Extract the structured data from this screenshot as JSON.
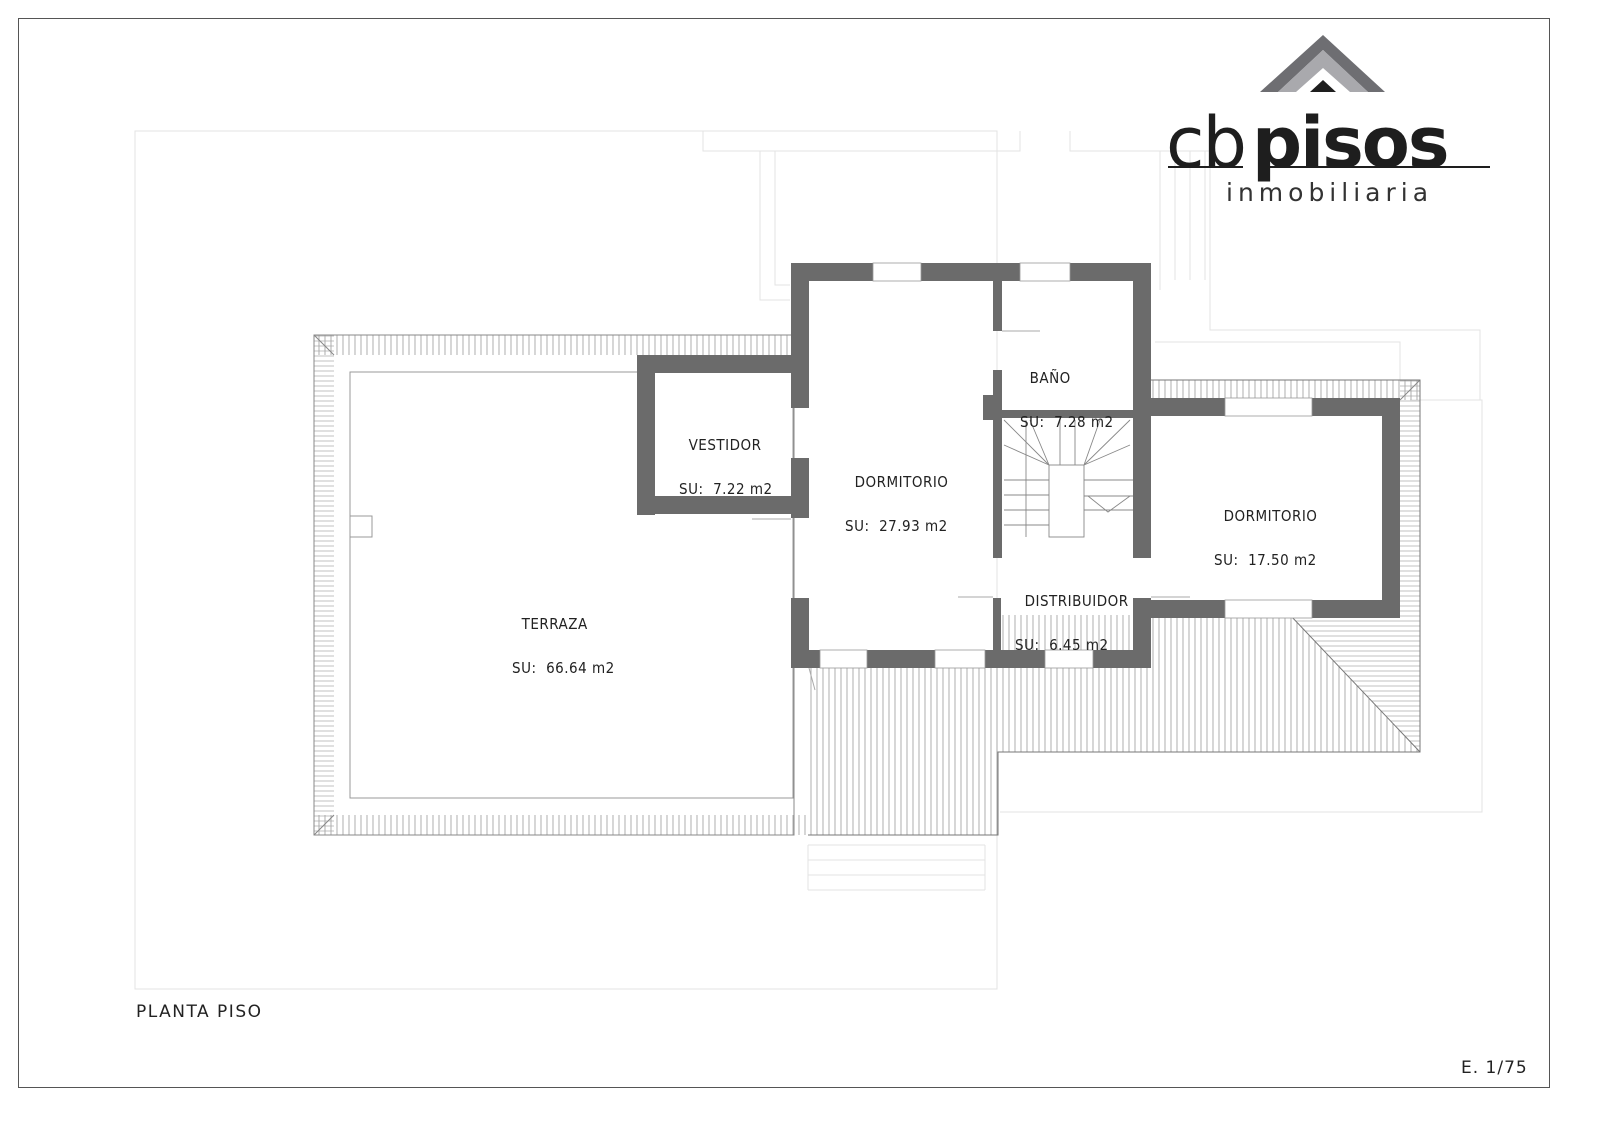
{
  "brand": {
    "name_prefix": "cb",
    "name_main": "pisos",
    "tagline": "inmobiliaria",
    "colors": {
      "roof_dark": "#6e6e72",
      "roof_light": "#a9a9ad",
      "text": "#1e1e1e"
    }
  },
  "plan": {
    "title": "PLANTA PISO",
    "scale": "E. 1/75",
    "wall_color": "#6b6b6b",
    "rooms": [
      {
        "name": "BAÑO",
        "area": "SU:  7.28 m2"
      },
      {
        "name": "VESTIDOR",
        "area": "SU:  7.22 m2"
      },
      {
        "name": "DORMITORIO",
        "area": "SU:  27.93 m2"
      },
      {
        "name": "DORMITORIO",
        "area": "SU:  17.50 m2"
      },
      {
        "name": "DISTRIBUIDOR",
        "area": "SU:  6.45 m2"
      },
      {
        "name": "TERRAZA",
        "area": "SU:  66.64 m2"
      }
    ]
  }
}
